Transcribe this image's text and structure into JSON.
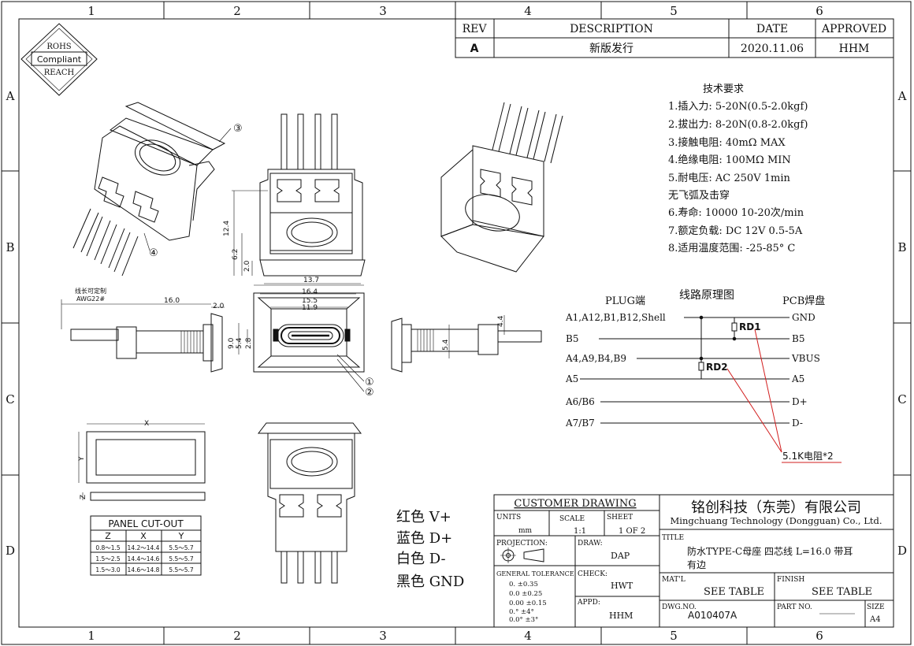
{
  "grid": {
    "cols": [
      "1",
      "2",
      "3",
      "4",
      "5",
      "6"
    ],
    "rows": [
      "A",
      "B",
      "C",
      "D"
    ]
  },
  "compliance": {
    "line1": "ROHS",
    "line2": "Compliant",
    "line3": "REACH"
  },
  "revision": {
    "headers": {
      "rev": "REV",
      "description": "DESCRIPTION",
      "date": "DATE",
      "approved": "APPROVED"
    },
    "row": {
      "rev": "A",
      "description": "新版发行",
      "date": "2020.11.06",
      "approved": "HHM"
    }
  },
  "requirements": {
    "title": "技术要求",
    "items": [
      "1.插入力: 5-20N(0.5-2.0kgf)",
      "2.拔出力: 8-20N(0.8-2.0kgf)",
      "3.接触电阻: 40mΩ MAX",
      "4.绝缘电阻: 100MΩ MIN",
      "5.耐电压: AC 250V 1min",
      "无飞弧及击穿",
      "6.寿命: 10000 10-20次/min",
      "7.额定负载: DC 12V 0.5-5A",
      "8.适用温度范围: -25-85° C"
    ]
  },
  "schematic": {
    "title": "线路原理图",
    "plug_label": "PLUG端",
    "pcb_label": "PCB焊盘",
    "left_pins": [
      "A1,A12,B1,B12,Shell",
      "B5",
      "A4,A9,B4,B9",
      "A5",
      "A6/B6",
      "A7/B7"
    ],
    "right_pins": [
      "GND",
      "B5",
      "VBUS",
      "A5",
      "D+",
      "D-"
    ],
    "res1": "RD1",
    "res2": "RD2",
    "note": "5.1K电阻*2",
    "note_color": "#d21f1f"
  },
  "callouts": [
    "①",
    "②",
    "③",
    "④"
  ],
  "dimensions": {
    "h12_4": "12.4",
    "h6_2": "6.2",
    "h2_0": "2.0",
    "w13_7": "13.7",
    "w16_4": "16.4",
    "w15_5": "15.5",
    "w11_9": "11.9",
    "h9_0": "9.0",
    "h5_4a": "5.4",
    "h2_8": "2.8",
    "l16_0": "16.0",
    "l2_0": "2.0",
    "h5_4b": "5.4",
    "h4_4": "4.4",
    "wire_note1": "线长可定制",
    "wire_note2": "AWG22#",
    "cut_x": "X",
    "cut_y": "Y",
    "cut_z": "Z"
  },
  "panel_cut": {
    "title": "PANEL CUT-OUT",
    "headers": [
      "Z",
      "X",
      "Y"
    ],
    "rows": [
      [
        "0.8～1.5",
        "14.2～14.4",
        "5.5～5.7"
      ],
      [
        "1.5～2.5",
        "14.4～14.6",
        "5.5～5.7"
      ],
      [
        "1.5～3.0",
        "14.6～14.8",
        "5.5～5.7"
      ]
    ]
  },
  "colors": {
    "lines": [
      "红色  V+",
      "蓝色  D+",
      "白色  D-",
      "黑色  GND"
    ]
  },
  "title_block": {
    "customer_drawing": "CUSTOMER DRAWING",
    "company_cn": "铭创科技（东莞）有限公司",
    "company_en": "Mingchuang Technology (Dongguan) Co., Ltd.",
    "units_label": "UNITS",
    "units_value": "mm",
    "scale_label": "SCALE",
    "scale_value": "1:1",
    "sheet_label": "SHEET",
    "sheet_value": "1 OF 2",
    "title_label": "TITLE",
    "title_line1": "防水TYPE-C母座 四芯线 L=16.0 带耳",
    "title_line2": "有边",
    "projection_label": "PROJECTION:",
    "draw_label": "DRAW:",
    "draw_value": "DAP",
    "check_label": "CHECK:",
    "check_value": "HWT",
    "appd_label": "APPD:",
    "appd_value": "HHM",
    "tolerance_label": "GENERAL TOLERANCE",
    "tolerances": [
      "0.    ±0.35",
      "0.0   ±0.25",
      "0.00  ±0.15",
      "0.°   ±4°",
      "0.0°  ±3°"
    ],
    "matl_label": "MAT'L",
    "matl_value": "SEE TABLE",
    "finish_label": "FINISH",
    "finish_value": "SEE TABLE",
    "dwg_label": "DWG.NO.",
    "dwg_value": "A010407A",
    "part_label": "PART NO.",
    "size_label": "SIZE",
    "size_value": "A4"
  }
}
